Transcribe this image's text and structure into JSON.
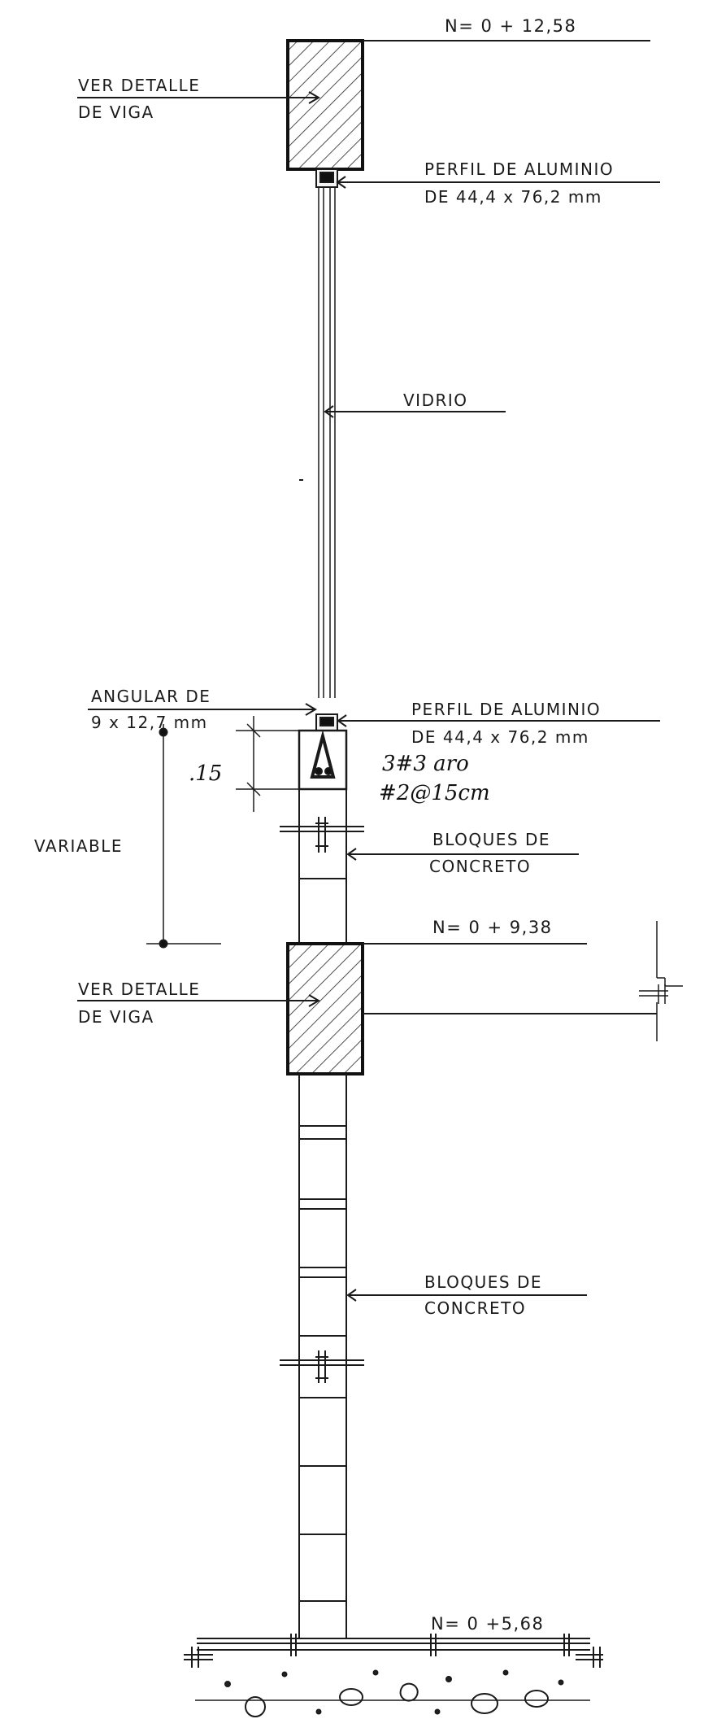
{
  "levels": {
    "top": "N= 0 + 12,58",
    "middle": "N= 0 + 9,38",
    "bottom": "N= 0 +5,68"
  },
  "beam_note": {
    "line1": "VER DETALLE",
    "line2": "DE VIGA"
  },
  "profile_note": {
    "line1": "PERFIL DE ALUMINIO",
    "line2": "DE 44,4 x 76,2 mm"
  },
  "glass_label": "VIDRIO",
  "angle_note": {
    "line1": "ANGULAR DE",
    "line2": "9 x 12,7 mm"
  },
  "dimension_15": ".15",
  "handwritten_note": {
    "line1": "3#3 aro",
    "line2": "#2@15cm"
  },
  "variable_label": "VARIABLE",
  "blocks_note": {
    "line1": "BLOQUES DE",
    "line2": "CONCRETO"
  }
}
